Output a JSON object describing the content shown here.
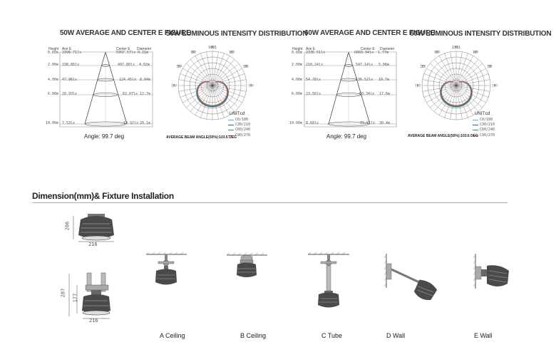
{
  "panels": [
    {
      "id": "p50",
      "figure_title": "50W AVERAGE AND CENTER E FIGURE",
      "dist_title": "50W LUMINOUS INTENSITY DISTRIBUTION",
      "hdr_height": "Height",
      "hdr_avg": "Ave E",
      "hdr_center": "Center E",
      "hdr_diam": "Diameter",
      "rows": [
        {
          "h": "0.60m",
          "avg": "2998.71lx",
          "center": "5997.57lx",
          "diam": "0.21m"
        },
        {
          "h": "2.00m",
          "avg": "198.86lx",
          "center": "497.80lx",
          "diam": "4.02m"
        },
        {
          "h": "4.00m",
          "avg": "47.96lx",
          "center": "124.45lx",
          "diam": "8.04m"
        },
        {
          "h": "6.00m",
          "avg": "20.93lx",
          "center": "62.07lx",
          "diam": "12.7m"
        },
        {
          "h": "10.00m",
          "avg": "7.53lx",
          "center": "19.92lx",
          "diam": "20.1m"
        }
      ],
      "angle": "Angle: 99.7 deg",
      "ring_top": "1001",
      "unit": "UNIT:cd",
      "beam": "AVERAGE BEAM ANGLE(50%):103.6 DEG",
      "legend": [
        "C0/180",
        "C30/210",
        "C60/240",
        "C90/270"
      ]
    },
    {
      "id": "p60",
      "figure_title": "60W AVERAGE AND CENTER E FIGURE",
      "dist_title": "60W LUMINOUS INTENSITY DISTRIBUTION",
      "hdr_height": "Height",
      "hdr_avg": "Ave E",
      "hdr_center": "Center E",
      "hdr_diam": "Diameter",
      "rows": [
        {
          "h": "0.60m",
          "avg": "2336.51lx",
          "center": "6060.94lx",
          "diam": "1.77m"
        },
        {
          "h": "2.00m",
          "avg": "210.24lx",
          "center": "547.14lx",
          "diam": "5.06m"
        },
        {
          "h": "4.00m",
          "avg": "54.78lx",
          "center": "136.52lx",
          "diam": "10.7m"
        },
        {
          "h": "6.00m",
          "avg": "23.56lx",
          "center": "60.34lx",
          "diam": "17.6m"
        },
        {
          "h": "10.00m",
          "avg": "8.68lx",
          "center": "21.91lx",
          "diam": "30.4m"
        }
      ],
      "angle": "Angle: 99.7 deg",
      "ring_top": "1331",
      "unit": "UNIT:cd",
      "beam": "AVERAGE BEAM ANGLE(50%):103.6 DEG",
      "legend": [
        "C0/180",
        "C30/210",
        "C60/240",
        "C90/270"
      ]
    }
  ],
  "polar_angle_labels": [
    "180",
    "150",
    "120",
    "90",
    "60",
    "30",
    "0"
  ],
  "legend_colors": [
    "#6fa8dc",
    "#2b5f8a",
    "#3c8f4a",
    "#d9534f"
  ],
  "section_title": "Dimension(mm)& Fixture Installation",
  "dims": {
    "height_top": "206",
    "width_top": "216",
    "height_side": "287",
    "inner_side": "177",
    "width_side": "216"
  },
  "installations": [
    "A Ceiling",
    "B Ceiling",
    "C Tube",
    "D Wall",
    "E Wall"
  ]
}
